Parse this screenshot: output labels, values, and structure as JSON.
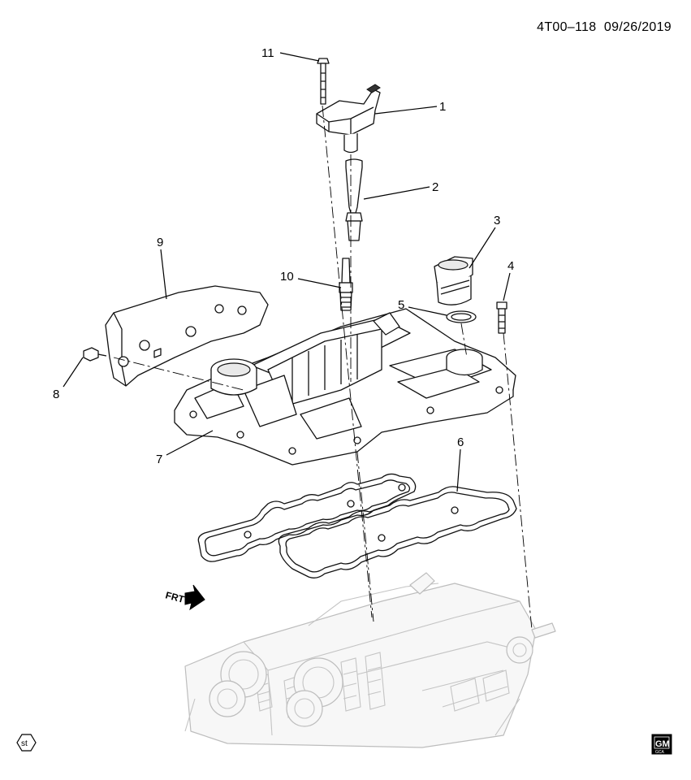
{
  "header": {
    "code": "4T00–118",
    "date": "09/26/2019"
  },
  "callouts": [
    {
      "id": "c1",
      "text": "1"
    },
    {
      "id": "c2",
      "text": "2"
    },
    {
      "id": "c3",
      "text": "3"
    },
    {
      "id": "c4",
      "text": "4"
    },
    {
      "id": "c5",
      "text": "5"
    },
    {
      "id": "c6",
      "text": "6"
    },
    {
      "id": "c7",
      "text": "7"
    },
    {
      "id": "c8",
      "text": "8"
    },
    {
      "id": "c9",
      "text": "9"
    },
    {
      "id": "c10",
      "text": "10"
    },
    {
      "id": "c11",
      "text": "11"
    }
  ],
  "front_indicator": {
    "text": "FRT"
  },
  "footer": {
    "st_badge": "st",
    "logo_text": "GM",
    "logo_subtext": "GCA"
  }
}
